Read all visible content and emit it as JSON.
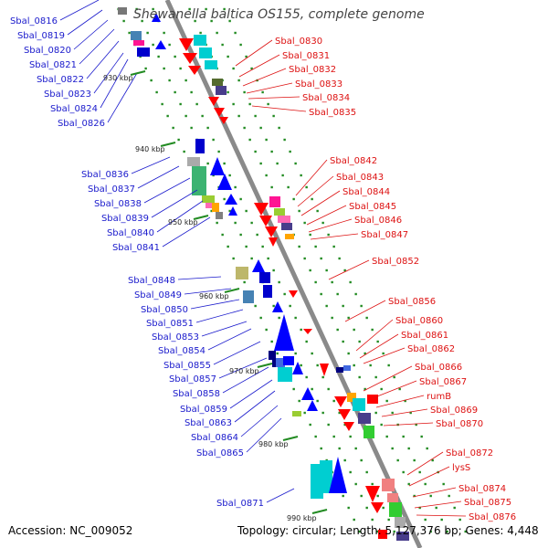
{
  "title": "Shewanella baltica OS155, complete genome",
  "footer": {
    "accession": "Accession: NC_009052",
    "summary": "Topology: circular; Length: 5,127,376 bp; Genes: 4,448"
  },
  "colors": {
    "left_label": "#1a1acc",
    "right_label": "#dd1111",
    "backbone": "#888888",
    "tick": "#228b22"
  },
  "kbp_labels": [
    "930 kbp",
    "940 kbp",
    "950 kbp",
    "960 kbp",
    "970 kbp",
    "980 kbp",
    "990 kbp"
  ],
  "left_genes": [
    "Sbal_0816",
    "Sbal_0819",
    "Sbal_0820",
    "Sbal_0821",
    "Sbal_0822",
    "Sbal_0823",
    "Sbal_0824",
    "Sbal_0826",
    "Sbal_0836",
    "Sbal_0837",
    "Sbal_0838",
    "Sbal_0839",
    "Sbal_0840",
    "Sbal_0841",
    "Sbal_0848",
    "Sbal_0849",
    "Sbal_0850",
    "Sbal_0851",
    "Sbal_0853",
    "Sbal_0854",
    "Sbal_0855",
    "Sbal_0857",
    "Sbal_0858",
    "Sbal_0859",
    "Sbal_0863",
    "Sbal_0864",
    "Sbal_0865",
    "Sbal_0871"
  ],
  "right_genes": [
    "Sbal_0830",
    "Sbal_0831",
    "Sbal_0832",
    "Sbal_0833",
    "Sbal_0834",
    "Sbal_0835",
    "Sbal_0842",
    "Sbal_0843",
    "Sbal_0844",
    "Sbal_0845",
    "Sbal_0846",
    "Sbal_0847",
    "Sbal_0852",
    "Sbal_0856",
    "Sbal_0860",
    "Sbal_0861",
    "Sbal_0862",
    "Sbal_0866",
    "Sbal_0867",
    "rumB",
    "Sbal_0869",
    "Sbal_0870",
    "Sbal_0872",
    "lysS",
    "Sbal_0874",
    "Sbal_0875",
    "Sbal_0876"
  ]
}
